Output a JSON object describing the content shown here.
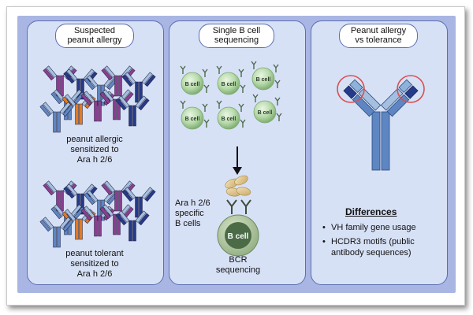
{
  "panels": {
    "left": {
      "title": [
        "Suspected",
        "peanut allergy"
      ],
      "allergic_caption": [
        "peanut allergic",
        "sensitized to",
        "Ara h 2/6"
      ],
      "tolerant_caption": [
        "peanut tolerant",
        "sensitized to",
        "Ara h 2/6"
      ]
    },
    "middle": {
      "title": [
        "Single B cell",
        "sequencing"
      ],
      "cell_label": "B cell",
      "big_cell_label": "B cell",
      "specific_caption": [
        "Ara h 2/6",
        "specific",
        "B cells"
      ],
      "bcr_caption": [
        "BCR",
        "sequencing"
      ]
    },
    "right": {
      "title": [
        "Peanut allergy",
        "vs tolerance"
      ],
      "differences_title": "Differences",
      "differences": [
        "VH family gene usage",
        "HCDR3 motifs (public antibody sequences)"
      ]
    }
  },
  "colors": {
    "board": "#a9b6e4",
    "panel": "#d7e1f6",
    "border": "#5c6db0",
    "ab_purple": "#8a3f8f",
    "ab_navy": "#263a8a",
    "ab_orange": "#e07a25",
    "ab_blue": "#5e86c3",
    "ab_light": "#a4bfe0",
    "cell": "#b5d9a8",
    "ring": "#d94f4f"
  },
  "icons": [
    "antibody-icon",
    "b-cell-icon",
    "peanut-icon",
    "arrow-down-icon",
    "highlight-circle-icon"
  ]
}
